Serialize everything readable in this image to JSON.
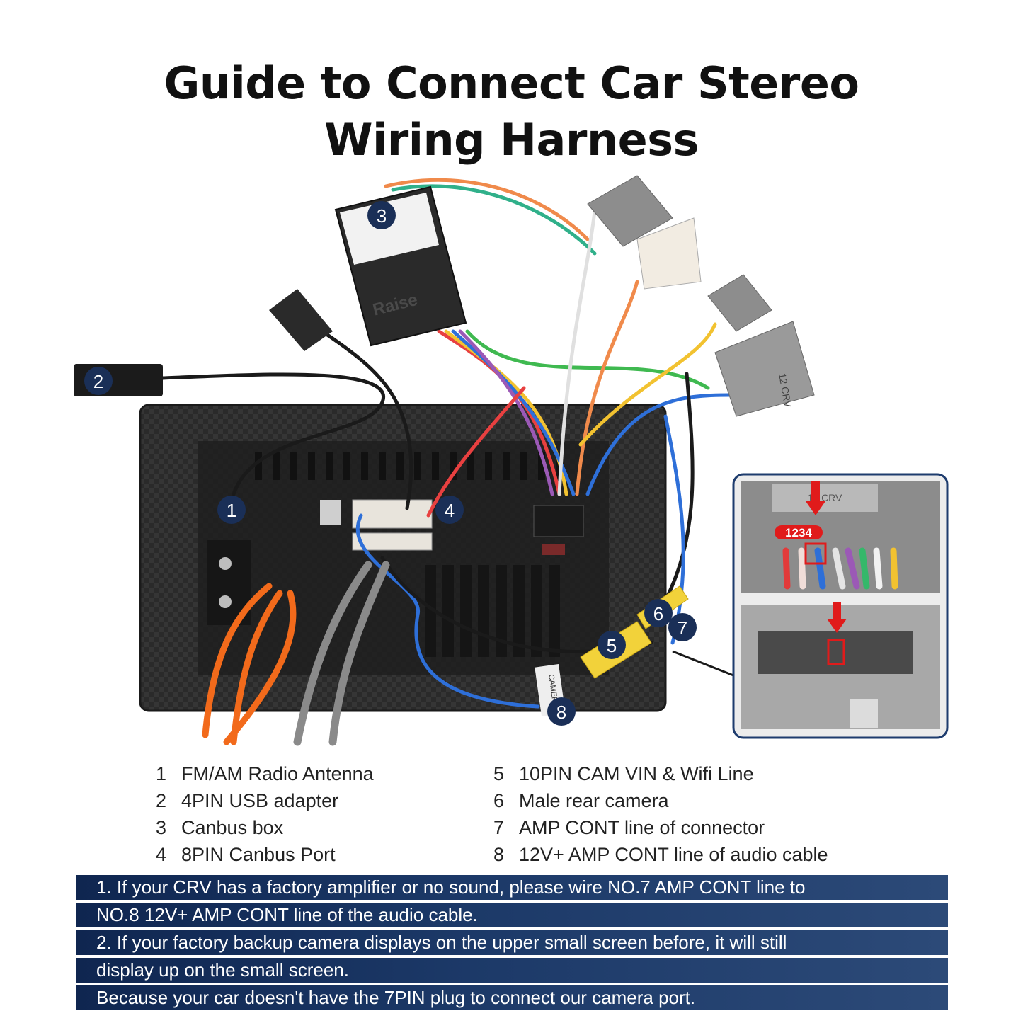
{
  "title": {
    "line1": "Guide to Connect Car Stereo",
    "line2": "Wiring Harness"
  },
  "callouts": {
    "c1": "1",
    "c2": "2",
    "c3": "3",
    "c4": "4",
    "c5": "5",
    "c6": "6",
    "c7": "7",
    "c8": "8"
  },
  "labels": {
    "box_brand": "Raise",
    "connector_label": "12 CRV",
    "inset_connector_label": "12 CRV",
    "pin_numbers": "1234",
    "camera_tag": "CAMERA"
  },
  "legend": {
    "left": [
      {
        "num": "1",
        "text": "FM/AM Radio Antenna"
      },
      {
        "num": "2",
        "text": "4PIN USB adapter"
      },
      {
        "num": "3",
        "text": "Canbus box"
      },
      {
        "num": "4",
        "text": "8PIN Canbus Port"
      }
    ],
    "right": [
      {
        "num": "5",
        "text": "10PIN CAM VIN & Wifi Line"
      },
      {
        "num": "6",
        "text": "Male rear camera"
      },
      {
        "num": "7",
        "text": "AMP CONT line of connector"
      },
      {
        "num": "8",
        "text": "12V+ AMP CONT line of audio cable"
      }
    ]
  },
  "notes": [
    "1. If your CRV has a factory amplifier or no sound, please wire NO.7 AMP CONT line to",
    "NO.8 12V+ AMP CONT line of the audio cable.",
    "2. If your factory backup camera displays on the upper small screen before, it will still",
    "display up on the small screen.",
    "Because your car doesn't have the 7PIN plug to connect our camera port."
  ],
  "colors": {
    "note_bar": "#1c3968",
    "callout_circle": "#1a2f57",
    "marker_red": "#e01b1b",
    "inset_border": "#1e3c6e"
  }
}
